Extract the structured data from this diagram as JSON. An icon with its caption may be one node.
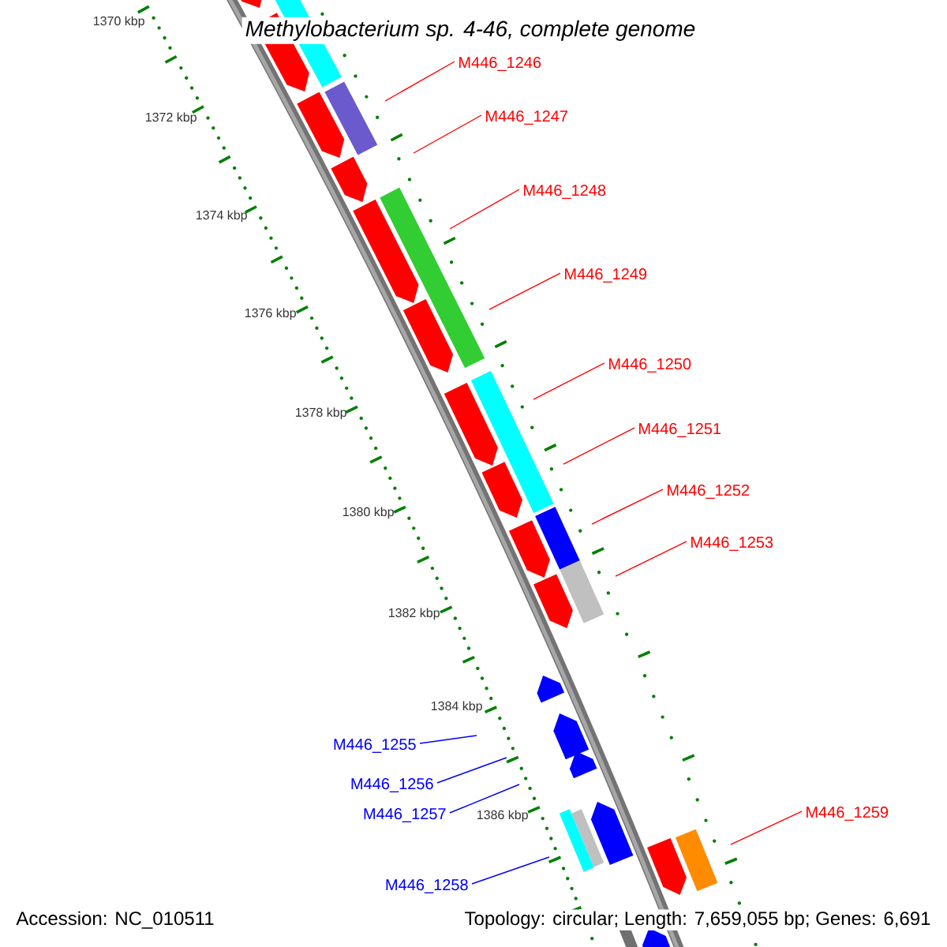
{
  "diagram": {
    "title": "*Methylobacterium sp. 4-46, complete genome*",
    "nodes": [
      {
        "text": [
          "M446_1246"
        ]
      },
      {
        "text": [
          "M446_1247"
        ]
      },
      {
        "text": [
          "M446_1248"
        ]
      },
      {
        "text": [
          "M446_1249"
        ]
      },
      {
        "text": [
          "M446_1250"
        ]
      },
      {
        "text": [
          "M446_1251"
        ]
      },
      {
        "text": [
          "M446_1252"
        ]
      },
      {
        "text": [
          "M446_1253"
        ]
      },
      {
        "text": [
          "M446_1255"
        ]
      },
      {
        "text": [
          "M446_1256"
        ]
      },
      {
        "text": [
          "M446_1257"
        ]
      },
      {
        "text": [
          "M446_1258"
        ]
      },
      {
        "text": [
          "M446_1259"
        ]
      }
    ],
    "edges": [
      {
        "from": 0,
        "to": null,
        "arrow": "none"
      },
      {
        "from": 1,
        "to": null,
        "arrow": "none"
      },
      {
        "from": 2,
        "to": null,
        "arrow": "none"
      },
      {
        "from": 3,
        "to": null,
        "arrow": "none"
      },
      {
        "from": 4,
        "to": null,
        "arrow": "none"
      },
      {
        "from": 5,
        "to": null,
        "arrow": "none"
      },
      {
        "from": 6,
        "to": null,
        "arrow": "none"
      },
      {
        "from": 7,
        "to": null,
        "arrow": "none"
      },
      {
        "from": 8,
        "to": null,
        "arrow": "none",
        "color": "#0000ff"
      },
      {
        "from": 9,
        "to": null,
        "arrow": "none",
        "color": "#0000ff"
      },
      {
        "from": 10,
        "to": null,
        "arrow": "none",
        "color": "#0000ff"
      },
      {
        "from": 11,
        "to": null,
        "arrow": "none",
        "color": "#0000ff"
      },
      {
        "from": 12,
        "to": null,
        "arrow": "none"
      }
    ],
    "labels": [
      "1370 kbp",
      "1372 kbp",
      "1374 kbp",
      "1376 kbp",
      "1378 kbp",
      "1380 kbp",
      "1382 kbp",
      "1384 kbp",
      "1386 kbp",
      "Accession: NC_010511",
      "Topology: circular; Length: 7,659,055 bp; Genes: 6,691"
    ]
  }
}
